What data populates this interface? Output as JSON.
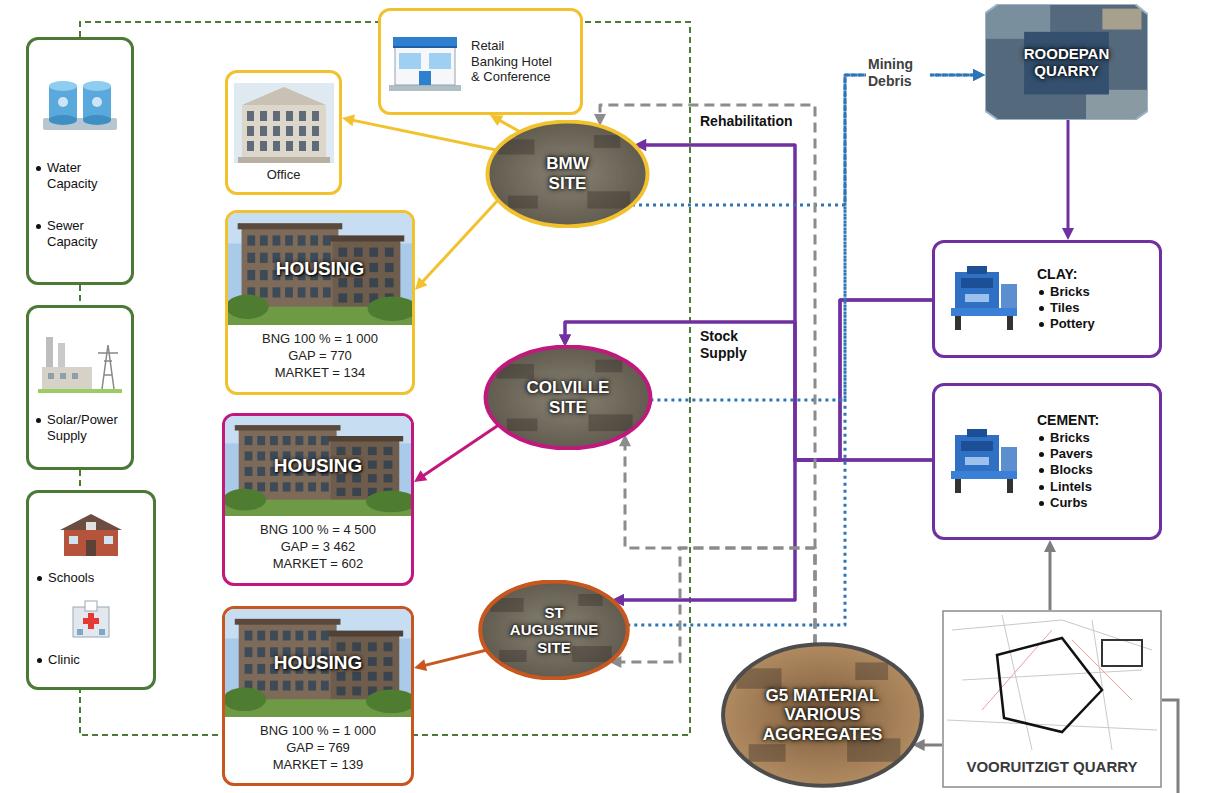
{
  "diagram": {
    "nodes": [
      {
        "text": [
          "Water Capacity",
          "Sewer Capacity"
        ]
      },
      {
        "text": [
          "Solar/Power Supply"
        ]
      },
      {
        "text": [
          "Schools",
          "Clinic"
        ]
      },
      {
        "text": [
          "Office"
        ]
      },
      {
        "text": [
          "Retail Banking Hotel & Conference"
        ]
      },
      {
        "text": [
          "BMW SITE"
        ]
      },
      {
        "text": [
          "HOUSING",
          "BNG 100 % = 1 000",
          "GAP = 770",
          "MARKET = 134"
        ]
      },
      {
        "text": [
          "COLVILLE SITE"
        ]
      },
      {
        "text": [
          "HOUSING",
          "BNG 100 % = 4 500",
          "GAP = 3 462",
          "MARKET = 602"
        ]
      },
      {
        "text": [
          "ST AUGUSTINE SITE"
        ]
      },
      {
        "text": [
          "HOUSING",
          "BNG 100 % = 1 000",
          "GAP = 769",
          "MARKET = 139"
        ]
      },
      {
        "text": [
          "ROODEPAN QUARRY"
        ]
      },
      {
        "text": [
          "CLAY:",
          "Bricks",
          "Tiles",
          "Pottery"
        ]
      },
      {
        "text": [
          "CEMENT:",
          "Bricks",
          "Pavers",
          "Blocks",
          "Lintels",
          "Curbs"
        ]
      },
      {
        "text": [
          "G5 MATERIAL VARIOUS AGGREGATES"
        ]
      },
      {
        "text": [
          "VOORUITZIGT QUARRY"
        ]
      }
    ],
    "edges": [
      {
        "from": 5,
        "to": 3,
        "arrow": "to"
      },
      {
        "from": 5,
        "to": 4,
        "arrow": "to"
      },
      {
        "from": 5,
        "to": 6,
        "arrow": "to"
      },
      {
        "from": 7,
        "to": 8,
        "arrow": "to"
      },
      {
        "from": 9,
        "to": 10,
        "arrow": "to"
      },
      {
        "from": 11,
        "to": 12,
        "arrow": "to"
      },
      {
        "from": 12,
        "to": 5,
        "arrow": "to"
      },
      {
        "from": 12,
        "to": 7,
        "label": "Stock Supply",
        "arrow": "to"
      },
      {
        "from": 12,
        "to": 9,
        "arrow": "to"
      },
      {
        "from": 13,
        "to": 5,
        "arrow": "to"
      },
      {
        "from": 13,
        "to": 7,
        "arrow": "to"
      },
      {
        "from": 13,
        "to": 9,
        "arrow": "to"
      },
      {
        "from": 5,
        "to": 11,
        "label": "Mining Debris",
        "arrow": "to"
      },
      {
        "from": 7,
        "to": 11,
        "arrow": "to"
      },
      {
        "from": 9,
        "to": 11,
        "arrow": "to"
      },
      {
        "from": 14,
        "to": 5,
        "label": "Rehabilitation",
        "arrow": "to"
      },
      {
        "from": 14,
        "to": 7,
        "arrow": "to"
      },
      {
        "from": 14,
        "to": 9,
        "arrow": "to"
      },
      {
        "from": 15,
        "to": 14,
        "arrow": "to"
      },
      {
        "from": 15,
        "to": 13,
        "arrow": "to"
      },
      {
        "from": 0,
        "to": 1,
        "arrow": "none"
      },
      {
        "from": 1,
        "to": 2,
        "arrow": "none"
      }
    ]
  }
}
